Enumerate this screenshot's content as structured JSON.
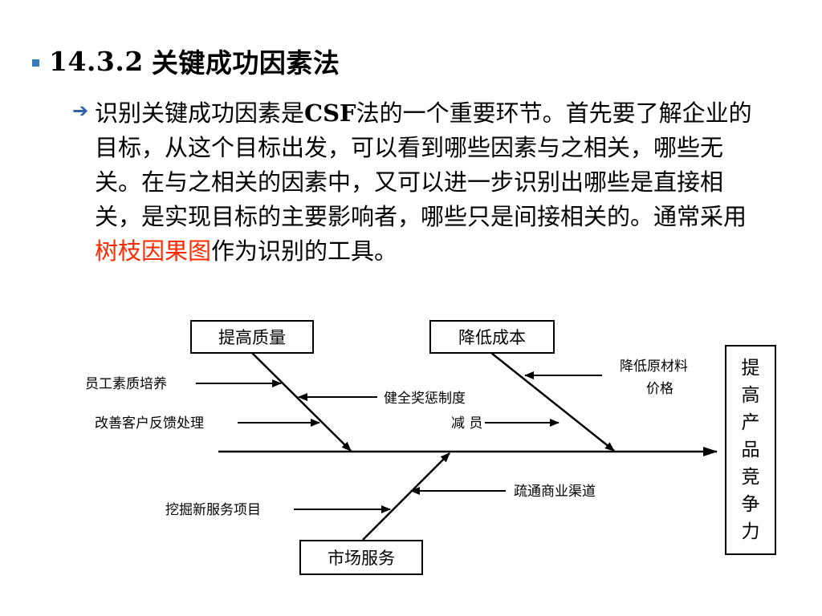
{
  "title": {
    "number": "14.3.2",
    "text": "关键成功因素法"
  },
  "paragraph": {
    "part1": "识别关键成功因素是",
    "part2": "CSF",
    "part3": "法的一个重要环节。首先要了解企业的目标，从这个目标出发，可以看到哪些因素与之相关，哪些无关。在与之相关的因素中，又可以进一步识别出哪些是直接相关，是实现目标的主要影响者，哪些只是间接相关的。通常采用",
    "highlight": "树枝因果图",
    "part4": "作为识别的工具。"
  },
  "colors": {
    "title_bullet": "#3a7ab8",
    "arrow_bullet": "#2a5ea8",
    "highlight": "#ff2a00"
  },
  "diagram": {
    "boxes": {
      "quality": "提高质量",
      "cost": "降低成本",
      "market": "市场服务"
    },
    "target": [
      "提",
      "高",
      "产",
      "品",
      "竞",
      "争",
      "力"
    ],
    "causes": {
      "staff_training": "员工素质培养",
      "feedback": "改善客户反馈处理",
      "incentive": "健全奖惩制度",
      "reduce_staff": "减 员",
      "material_cost_1": "降低原材料",
      "material_cost_2": "价格",
      "channels": "疏通商业渠道",
      "new_services": "挖掘新服务项目"
    }
  }
}
